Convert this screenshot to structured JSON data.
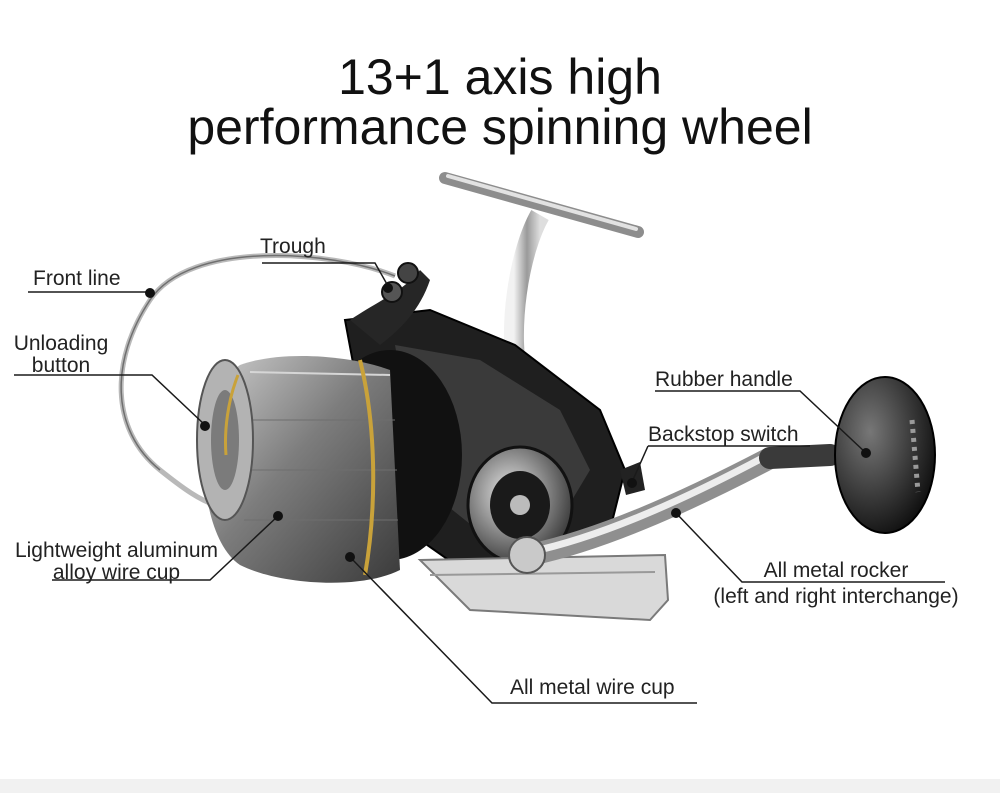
{
  "title": {
    "line1": "13+1 axis high",
    "line2": "performance spinning wheel"
  },
  "labels": {
    "trough": "Trough",
    "front_line": "Front line",
    "unloading_line1": "Unloading",
    "unloading_line2": "button",
    "rubber_handle": "Rubber handle",
    "backstop_switch": "Backstop switch",
    "lightweight_line1": "Lightweight aluminum",
    "lightweight_line2": "alloy wire cup",
    "all_metal_rocker_line1": "All metal rocker",
    "all_metal_rocker_line2": "(left and right interchange)",
    "all_metal_wire_cup": "All metal wire cup"
  },
  "colors": {
    "leader_line": "#1a1a1a",
    "reel_body": "#1c1c1c",
    "spool": "#8a8a8a",
    "accent_gold": "#c9a23a",
    "chrome": "#c8c8c8"
  }
}
